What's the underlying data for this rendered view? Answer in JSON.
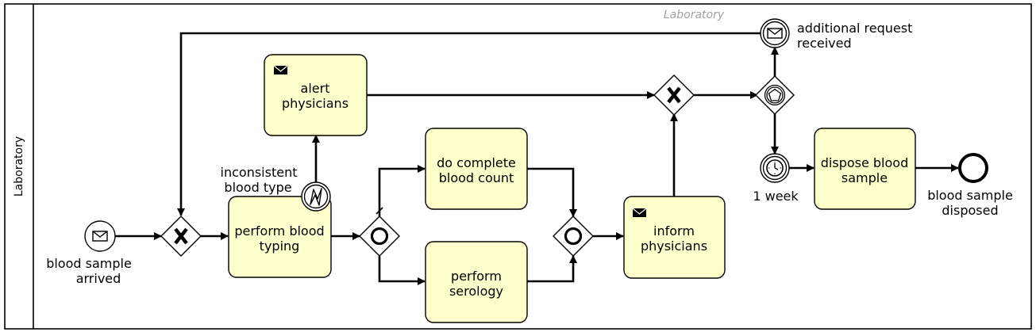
{
  "pool": {
    "name": "Laboratory",
    "watermark": "Laboratory"
  },
  "events": {
    "start": [
      "blood sample",
      "arrived"
    ],
    "boundary": [
      "inconsistent",
      "blood type"
    ],
    "additional": [
      "additional request",
      "received"
    ],
    "timer": "1 week",
    "end": [
      "blood sample",
      "disposed"
    ]
  },
  "tasks": {
    "alert": [
      "alert",
      "physicians"
    ],
    "typing": [
      "perform blood",
      "typing"
    ],
    "count": [
      "do complete",
      "blood count"
    ],
    "serology": [
      "perform",
      "serology"
    ],
    "inform": [
      "inform",
      "physicians"
    ],
    "dispose": [
      "dispose blood",
      "sample"
    ]
  },
  "icons": {
    "message": "envelope-icon",
    "timer": "clock-icon",
    "escalation": "lightning-icon",
    "event_based": "pentagon-icon",
    "exclusive": "x-marker",
    "inclusive": "circle-marker"
  }
}
